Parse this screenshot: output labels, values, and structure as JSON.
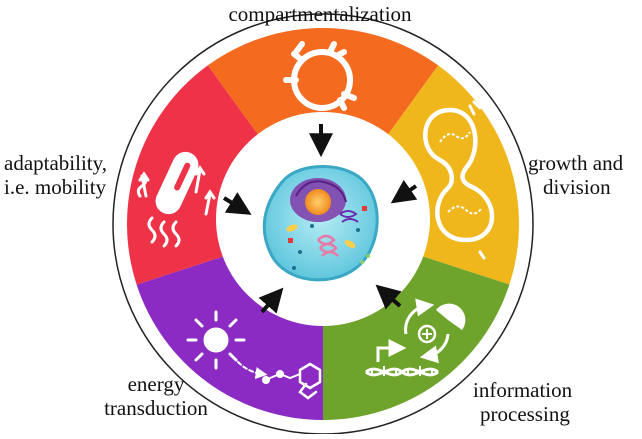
{
  "labels": {
    "compartmentalization": "compartmentalization",
    "growth_line1": "growth and",
    "growth_line2": "division",
    "info_line1": "information",
    "info_line2": "processing",
    "energy_line1": "energy",
    "energy_line2": "transduction",
    "adapt_line1": "adaptability,",
    "adapt_line2": "i.e. mobility"
  },
  "colors": {
    "compartmentalization": "#f46a1f",
    "growth_and_division": "#f0b71c",
    "information_processing": "#6fa42c",
    "energy_transduction": "#8b2bc4",
    "adaptability": "#ee3248",
    "arrow": "#111111"
  },
  "icons": {
    "compartmentalization": "membrane-compartment-icon",
    "growth_and_division": "dividing-cell-icon",
    "information_processing": "dna-transcription-icon",
    "energy_transduction": "sun-molecule-icon",
    "adaptability": "flagellated-bacterium-icon",
    "center": "eukaryotic-cell-icon"
  }
}
